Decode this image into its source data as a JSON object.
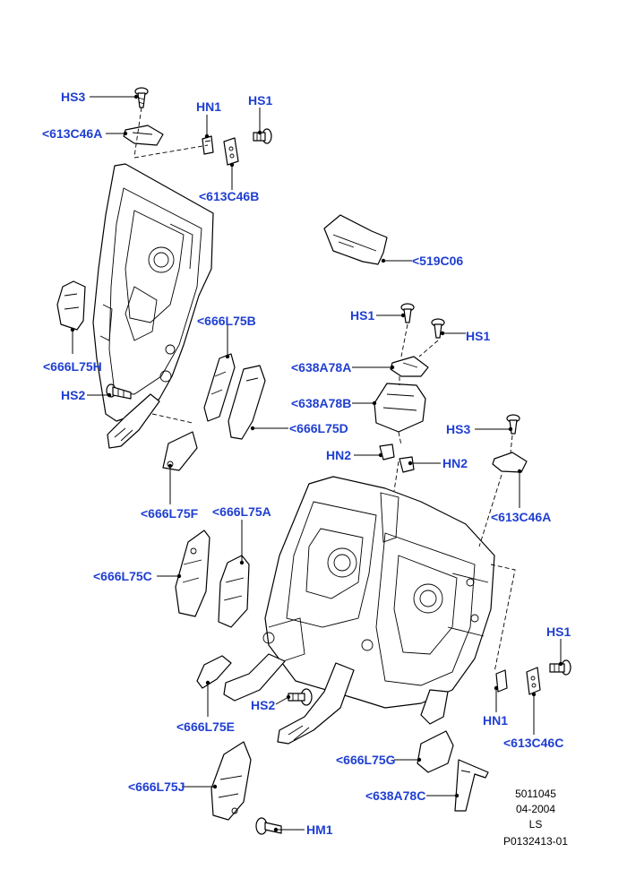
{
  "colors": {
    "callout": "#1f3fd1",
    "line": "#000000",
    "background": "#ffffff"
  },
  "callouts": {
    "hs3_top": "HS3",
    "hn1_top": "HN1",
    "hs1_top": "HS1",
    "c613c46a_top": "<613C46A",
    "c613c46b": "<613C46B",
    "c519c06": "<519C06",
    "c666l75h": "<666L75H",
    "c666l75b": "<666L75B",
    "hs1_mid_left": "HS1",
    "hs1_mid_right": "HS1",
    "c638a78a": "<638A78A",
    "c638a78b": "<638A78B",
    "hs2_top": "HS2",
    "c666l75d": "<666L75D",
    "hs3_right": "HS3",
    "hn2_left": "HN2",
    "hn2_right": "HN2",
    "c666l75f": "<666L75F",
    "c666l75a": "<666L75A",
    "c613c46a_right": "<613C46A",
    "c666l75c": "<666L75C",
    "hs1_bottom": "HS1",
    "hs2_bottom": "HS2",
    "hn1_bottom": "HN1",
    "c666l75e": "<666L75E",
    "c613c46c": "<613C46C",
    "c666l75g": "<666L75G",
    "c666l75j": "<666L75J",
    "c638a78c": "<638A78C",
    "hm1": "HM1"
  },
  "meta": {
    "number": "5011045",
    "date": "04-2004",
    "code": "LS",
    "ref": "P0132413-01"
  }
}
